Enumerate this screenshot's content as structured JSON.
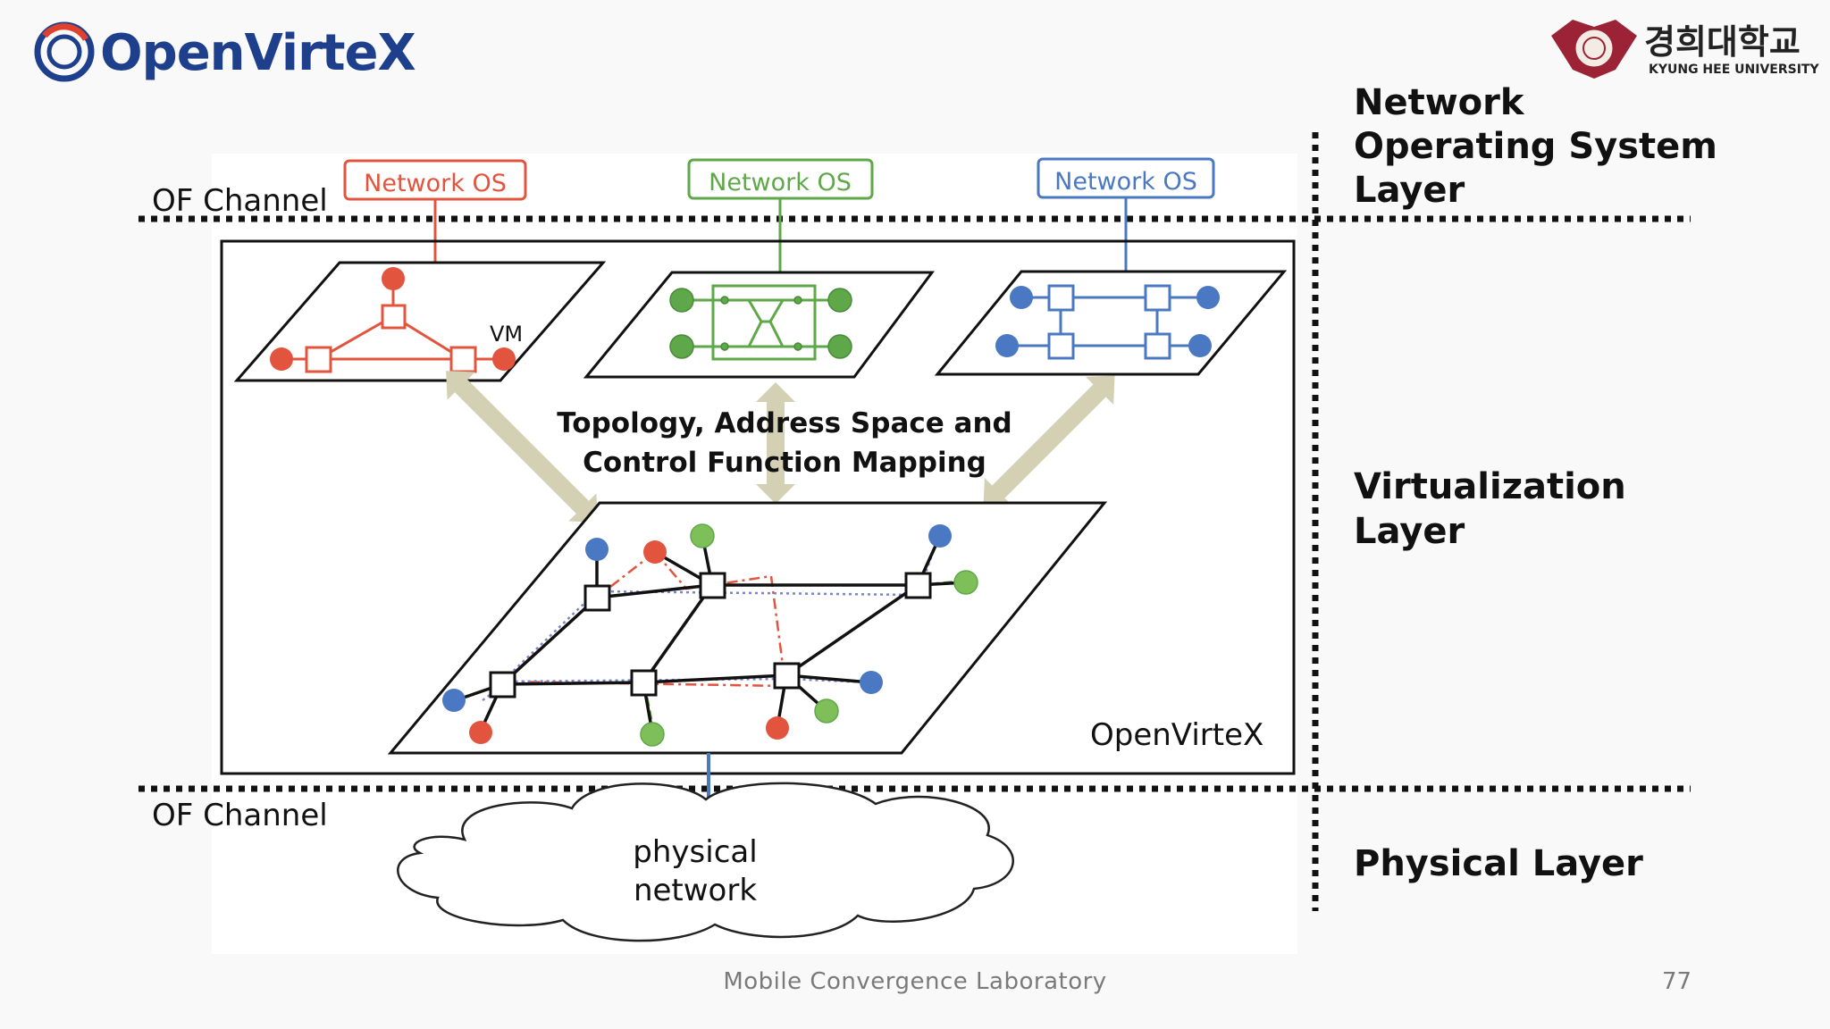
{
  "logo": {
    "text": "OpenVirteX"
  },
  "university": {
    "korean_name": "경희대학교",
    "english_name": "KYUNG HEE UNIVERSITY"
  },
  "layers": {
    "nos_layer": [
      "Network",
      "Operating System",
      "Layer"
    ],
    "virtualization_layer": [
      "Virtualization",
      "Layer"
    ],
    "physical_layer": "Physical Layer"
  },
  "of_channel_top": "OF Channel",
  "of_channel_bottom": "OF Channel",
  "network_os": [
    {
      "label": "Network OS",
      "color": "#e2543d"
    },
    {
      "label": "Network OS",
      "color": "#5fa84a"
    },
    {
      "label": "Network OS",
      "color": "#4a78c2"
    }
  ],
  "vm_label": "VM",
  "mapping_label": [
    "Topology, Address Space and",
    "Control Function Mapping"
  ],
  "openvirtex_label": "OpenVirteX",
  "physical_network": [
    "physical",
    "network"
  ],
  "footer": {
    "lab": "Mobile Convergence Laboratory",
    "page": "77"
  },
  "colors": {
    "red": "#e2543d",
    "green": "#5fa84a",
    "blue": "#4a78c2",
    "arrow": "#d4d0b4",
    "logo_blue": "#1e3f8c",
    "logo_red": "#e0402e",
    "seal": "#9b2335"
  }
}
